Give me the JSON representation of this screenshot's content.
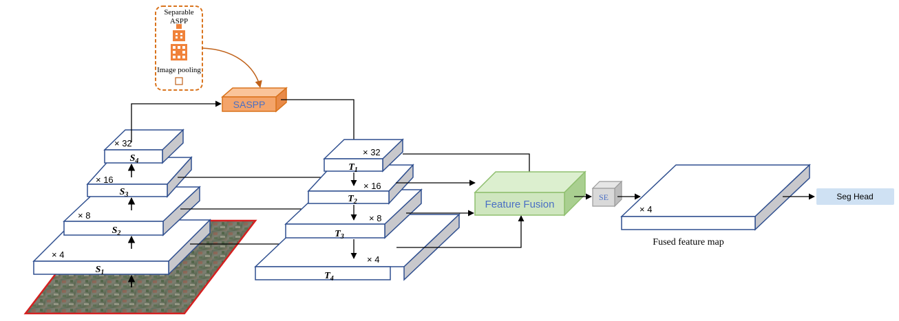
{
  "aspp_legend": {
    "title_line1": "Separable",
    "title_line2": "ASPP",
    "pooling_label": "Image pooling"
  },
  "saspp": {
    "label": "SASPP"
  },
  "encoder": {
    "levels": [
      {
        "scale": "× 32",
        "name": "S",
        "sub": "4"
      },
      {
        "scale": "× 16",
        "name": "S",
        "sub": "3"
      },
      {
        "scale": "× 8",
        "name": "S",
        "sub": "2"
      },
      {
        "scale": "× 4",
        "name": "S",
        "sub": "1"
      }
    ]
  },
  "decoder": {
    "levels": [
      {
        "scale": "× 32",
        "name": "T",
        "sub": "1"
      },
      {
        "scale": "× 16",
        "name": "T",
        "sub": "2"
      },
      {
        "scale": "× 8",
        "name": "T",
        "sub": "3"
      },
      {
        "scale": "× 4",
        "name": "T",
        "sub": "4"
      }
    ]
  },
  "fusion": {
    "label": "Feature Fusion"
  },
  "se": {
    "label": "SE"
  },
  "fused_map": {
    "scale": "× 4",
    "caption": "Fused feature map"
  },
  "seg_head": {
    "label": "Seg Head"
  },
  "colors": {
    "box_stroke": "#2f4f8f",
    "side_fill": "#c8c8cc",
    "saspp_fill": "#f4a46a",
    "saspp_stroke": "#d9731c",
    "fusion_fill": "#cfe6bf",
    "fusion_stroke": "#8fbf6f",
    "label_blue": "#4a6fc4",
    "seg_head_fill": "#cfe1f3",
    "image_border": "#d42020"
  }
}
